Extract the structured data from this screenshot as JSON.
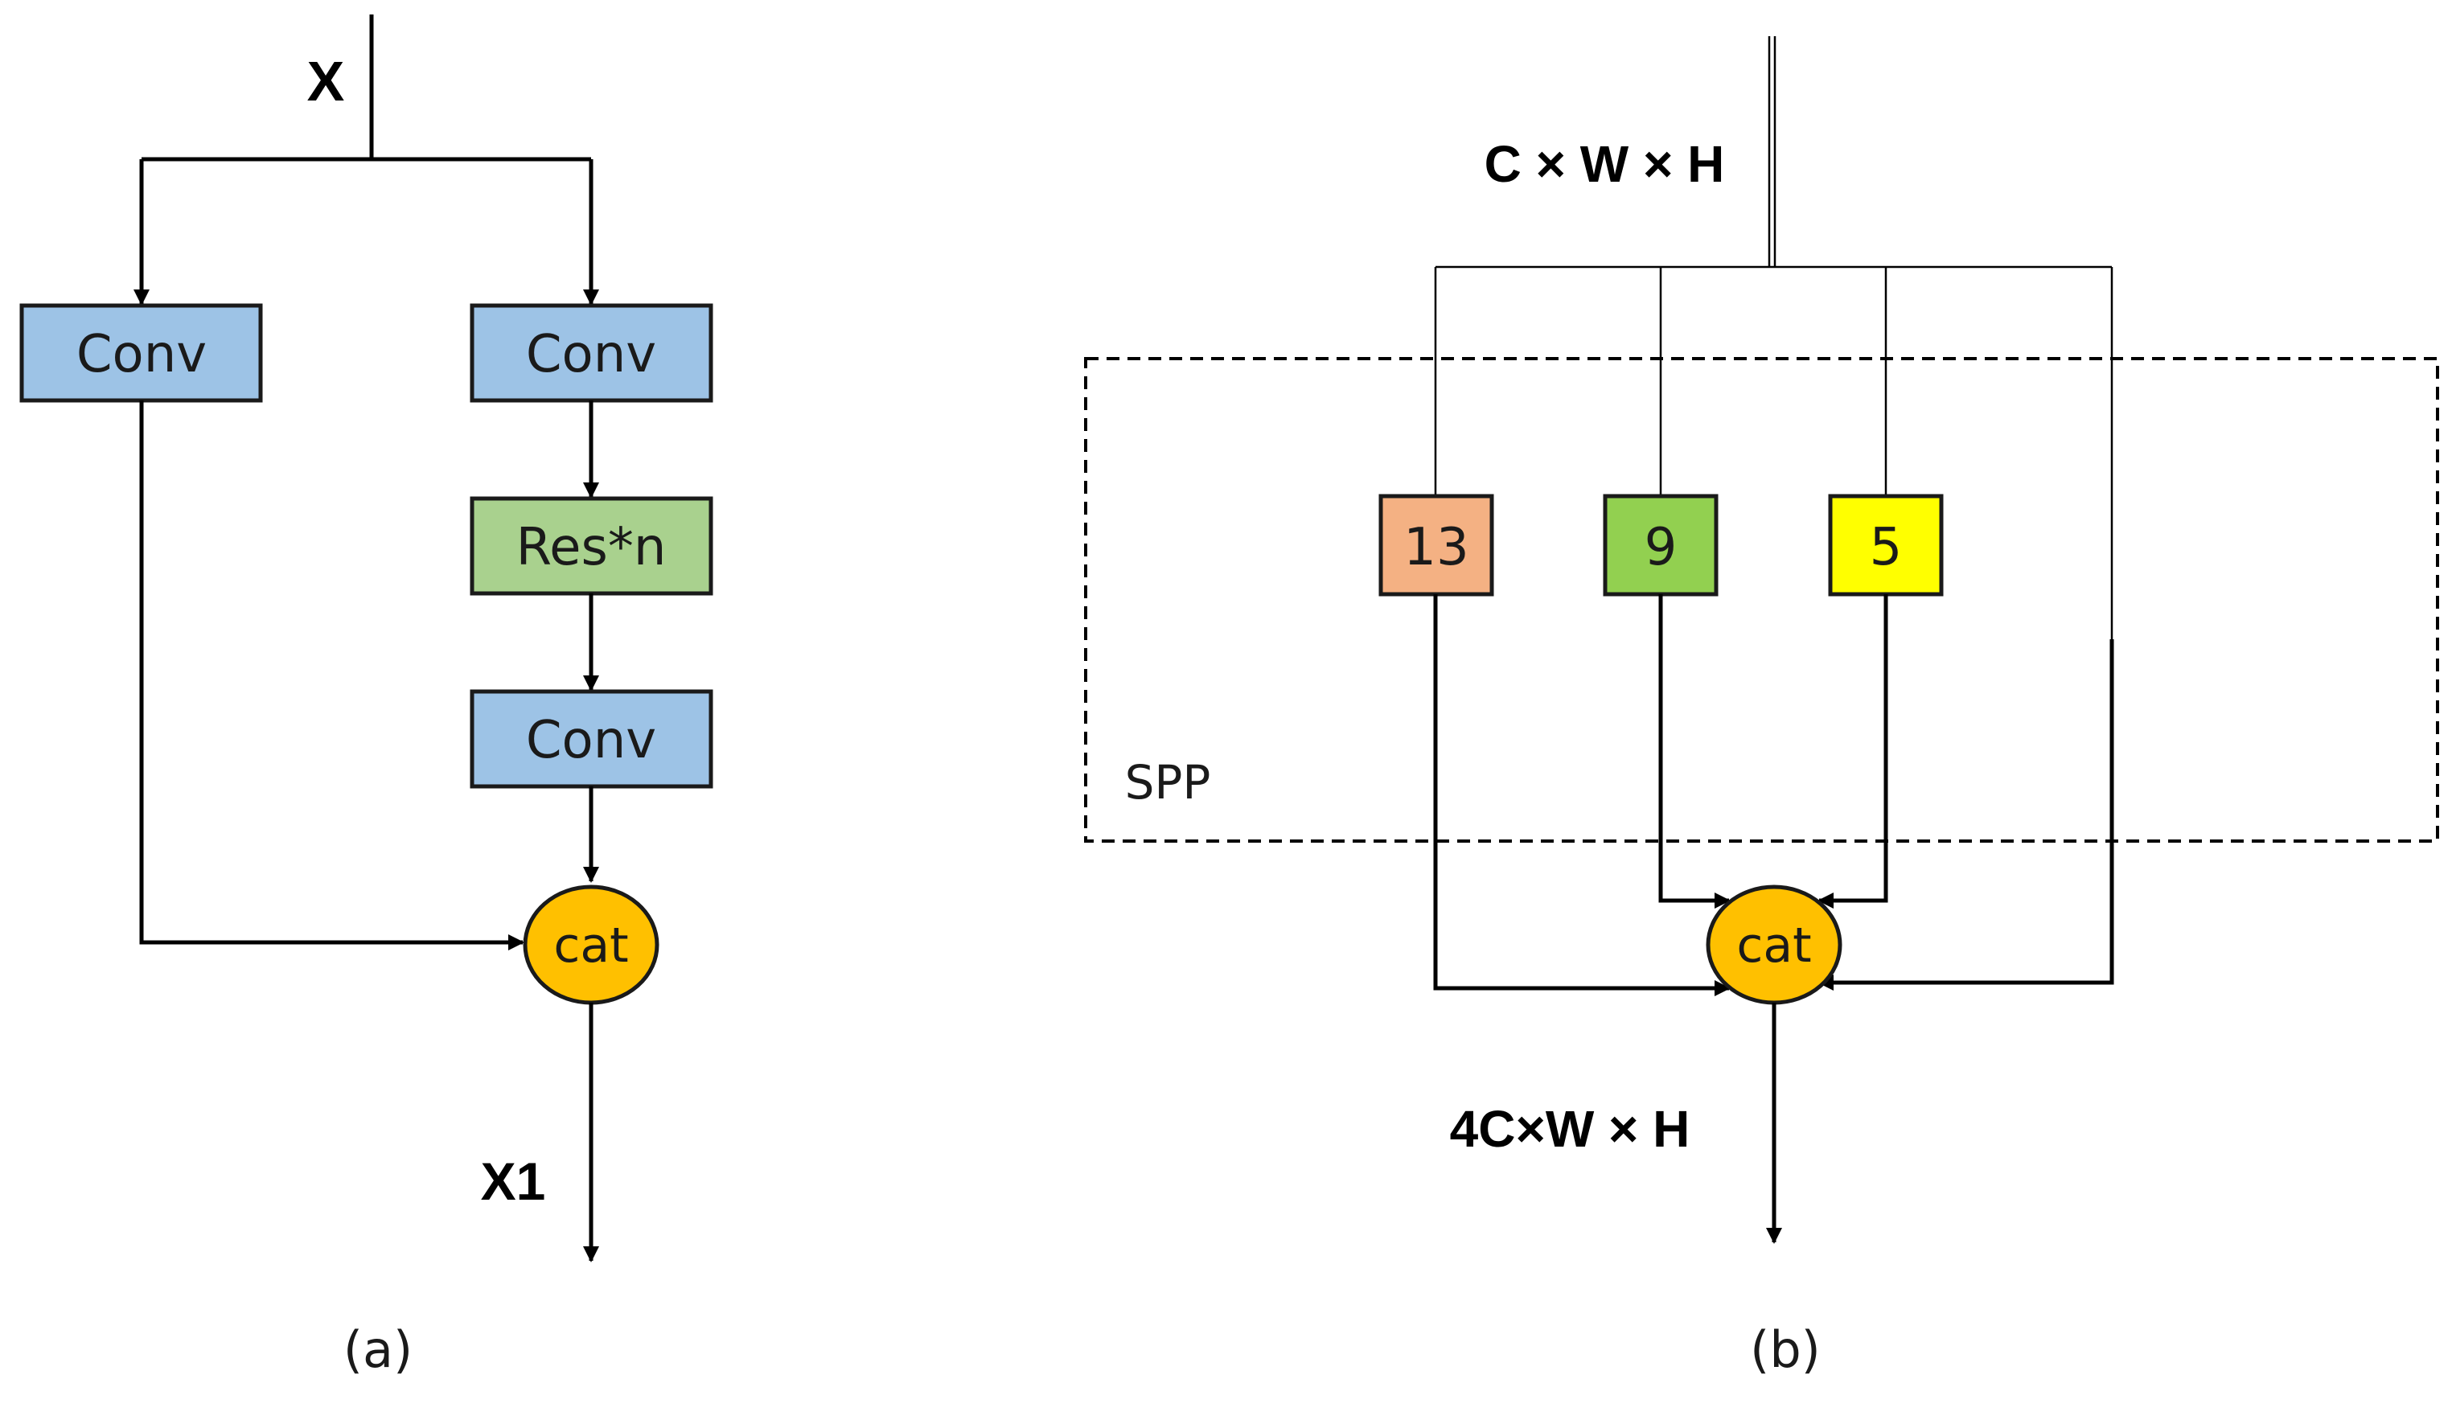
{
  "panel_a": {
    "input_label": "X",
    "output_label": "X1",
    "conv_left_label": "Conv",
    "conv_right_top_label": "Conv",
    "res_label": "Res*n",
    "conv_right_bottom_label": "Conv",
    "cat_label": "cat",
    "caption": "(a)"
  },
  "panel_b": {
    "input_label": "C × W × H",
    "output_label": "4C×W × H",
    "pool_13_label": "13",
    "pool_9_label": "9",
    "pool_5_label": "5",
    "spp_label": "SPP",
    "cat_label": "cat",
    "caption": "(b)"
  },
  "colors": {
    "conv": "#9dc3e6",
    "res": "#a9d18e",
    "cat": "#ffc000",
    "pool_13": "#f4b183",
    "pool_9": "#92d050",
    "pool_5": "#ffff00"
  }
}
